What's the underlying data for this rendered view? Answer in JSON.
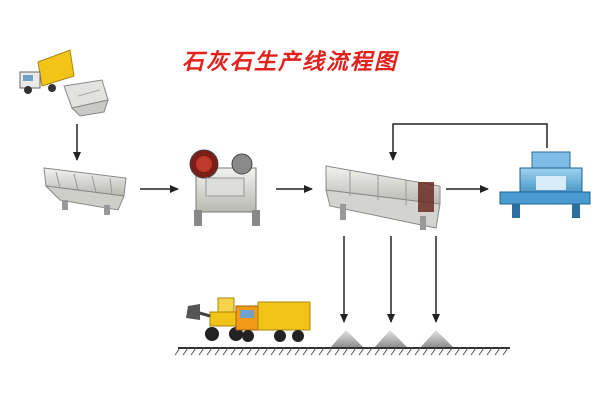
{
  "title": "石灰石生产线流程图",
  "colors": {
    "title": "#e3211c",
    "arrow": "#222222",
    "truck_yellow": "#f2c418",
    "machine_gray": "#d9d9d6",
    "crusher_red": "#c0392b",
    "vsi_blue": "#2e86c1"
  },
  "nodes": [
    {
      "id": "dump-truck",
      "icon": "dump-truck-hopper-icon"
    },
    {
      "id": "vibrating-feeder",
      "icon": "vibrating-feeder-icon"
    },
    {
      "id": "jaw-crusher",
      "icon": "jaw-crusher-icon"
    },
    {
      "id": "vibrating-screen",
      "icon": "vibrating-screen-icon"
    },
    {
      "id": "sand-making-machine",
      "icon": "vsi-crusher-icon"
    },
    {
      "id": "wheel-loader",
      "icon": "wheel-loader-icon"
    },
    {
      "id": "haul-truck",
      "icon": "haul-truck-icon"
    },
    {
      "id": "stockpiles",
      "icon": "stockpile-icon",
      "count": 3
    }
  ]
}
